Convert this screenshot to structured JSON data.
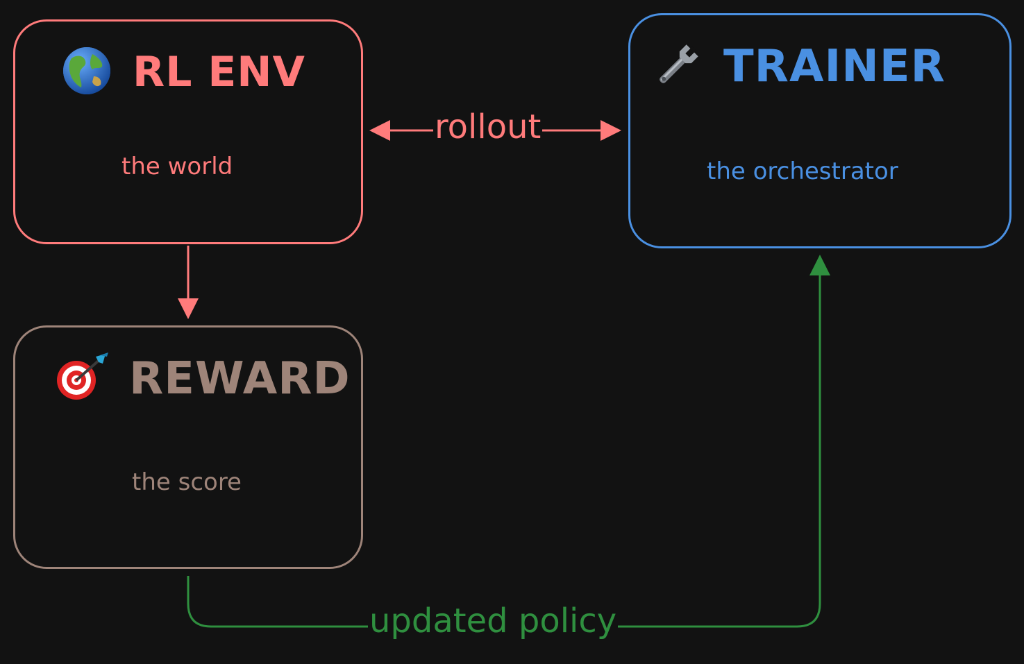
{
  "nodes": {
    "env": {
      "emoji": "🌎",
      "title": "RL ENV",
      "subtitle": "the world",
      "color": "#ff7b7b"
    },
    "trainer": {
      "emoji": "🔧",
      "title": "TRAINER",
      "subtitle": "the orchestrator",
      "color": "#4a90e2"
    },
    "reward": {
      "emoji": "🎯",
      "title": "REWARD",
      "subtitle": "the score",
      "color": "#9e8479"
    }
  },
  "edges": {
    "rollout": {
      "label": "rollout",
      "color": "#ff7b7b"
    },
    "env_to_reward": {
      "color": "#ff7b7b"
    },
    "updated_policy": {
      "label": "updated policy",
      "color": "#2f8f3f"
    }
  },
  "background": "#121212"
}
